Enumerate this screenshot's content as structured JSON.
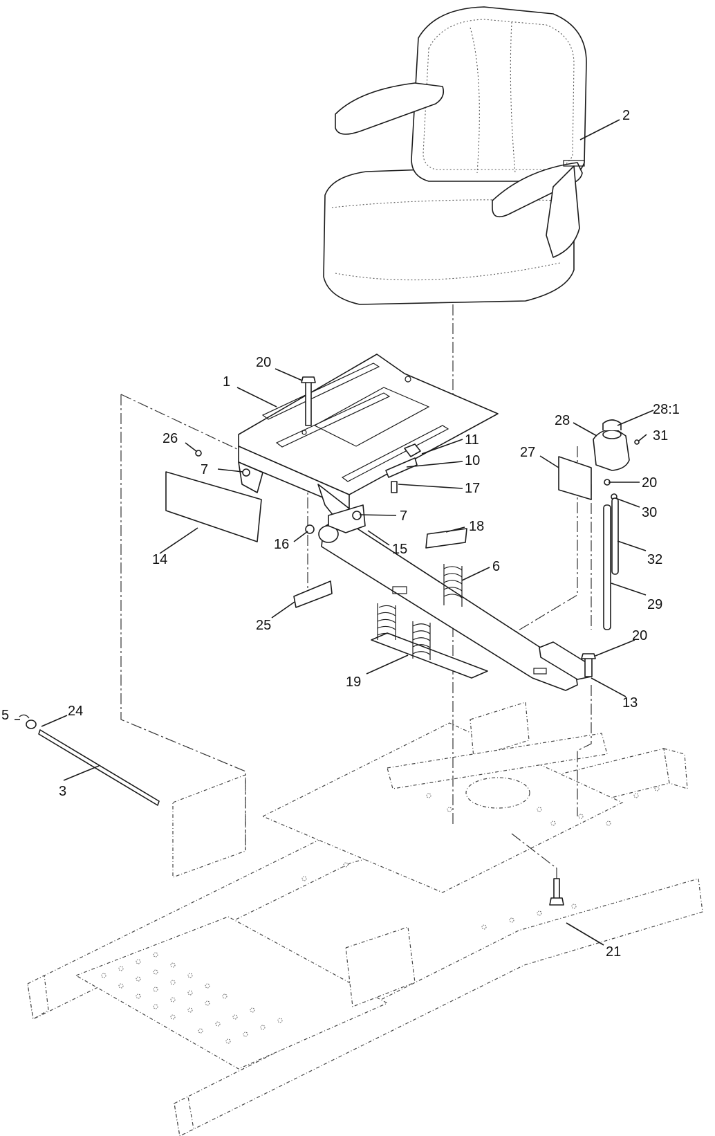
{
  "callouts": [
    {
      "key": "c1",
      "label": "1"
    },
    {
      "key": "c2",
      "label": "2"
    },
    {
      "key": "c3",
      "label": "3"
    },
    {
      "key": "c5",
      "label": "5"
    },
    {
      "key": "c6",
      "label": "6"
    },
    {
      "key": "c7a",
      "label": "7"
    },
    {
      "key": "c7b",
      "label": "7"
    },
    {
      "key": "c10",
      "label": "10"
    },
    {
      "key": "c11",
      "label": "11"
    },
    {
      "key": "c13",
      "label": "13"
    },
    {
      "key": "c14",
      "label": "14"
    },
    {
      "key": "c15",
      "label": "15"
    },
    {
      "key": "c16",
      "label": "16"
    },
    {
      "key": "c17",
      "label": "17"
    },
    {
      "key": "c18",
      "label": "18"
    },
    {
      "key": "c19",
      "label": "19"
    },
    {
      "key": "c20a",
      "label": "20"
    },
    {
      "key": "c20b",
      "label": "20"
    },
    {
      "key": "c20c",
      "label": "20"
    },
    {
      "key": "c21",
      "label": "21"
    },
    {
      "key": "c24",
      "label": "24"
    },
    {
      "key": "c25",
      "label": "25"
    },
    {
      "key": "c26",
      "label": "26"
    },
    {
      "key": "c27",
      "label": "27"
    },
    {
      "key": "c28",
      "label": "28"
    },
    {
      "key": "c28_1",
      "label": "28:1"
    },
    {
      "key": "c29",
      "label": "29"
    },
    {
      "key": "c30",
      "label": "30"
    },
    {
      "key": "c31",
      "label": "31"
    },
    {
      "key": "c32",
      "label": "32"
    }
  ]
}
